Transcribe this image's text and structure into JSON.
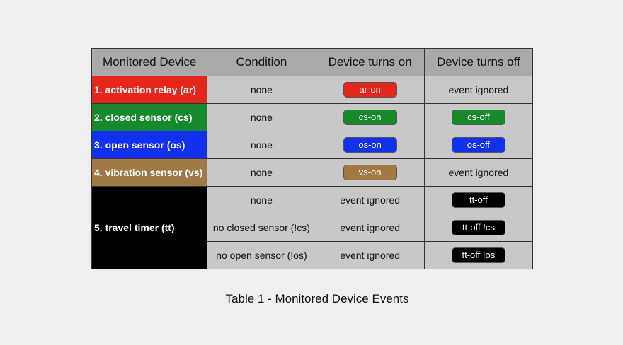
{
  "colors": {
    "background": "#efefef",
    "header": "#a9a9a9",
    "cell": "#c8c8c8",
    "red": "#e8251a",
    "green": "#168a2a",
    "blue": "#1230f0",
    "brown": "#a07844",
    "black": "#000000"
  },
  "table": {
    "headers": [
      "Monitored Device",
      "Condition",
      "Device turns on",
      "Device turns off"
    ],
    "devices": {
      "ar": "1. activation relay (ar)",
      "cs": "2. closed sensor (cs)",
      "os": "3. open sensor (os)",
      "vs": "4. vibration sensor (vs)",
      "tt": "5. travel timer (tt)"
    },
    "rows": [
      {
        "condition": "none",
        "on": "ar-on",
        "off": "event ignored"
      },
      {
        "condition": "none",
        "on": "cs-on",
        "off": "cs-off"
      },
      {
        "condition": "none",
        "on": "os-on",
        "off": "os-off"
      },
      {
        "condition": "none",
        "on": "vs-on",
        "off": "event ignored"
      },
      {
        "condition": "none",
        "on": "event ignored",
        "off": "tt-off"
      },
      {
        "condition": "no closed sensor (!cs)",
        "on": "event ignored",
        "off": "tt-off !cs"
      },
      {
        "condition": "no open sensor (!os)",
        "on": "event ignored",
        "off": "tt-off !os"
      }
    ]
  },
  "caption": "Table 1 - Monitored Device Events"
}
